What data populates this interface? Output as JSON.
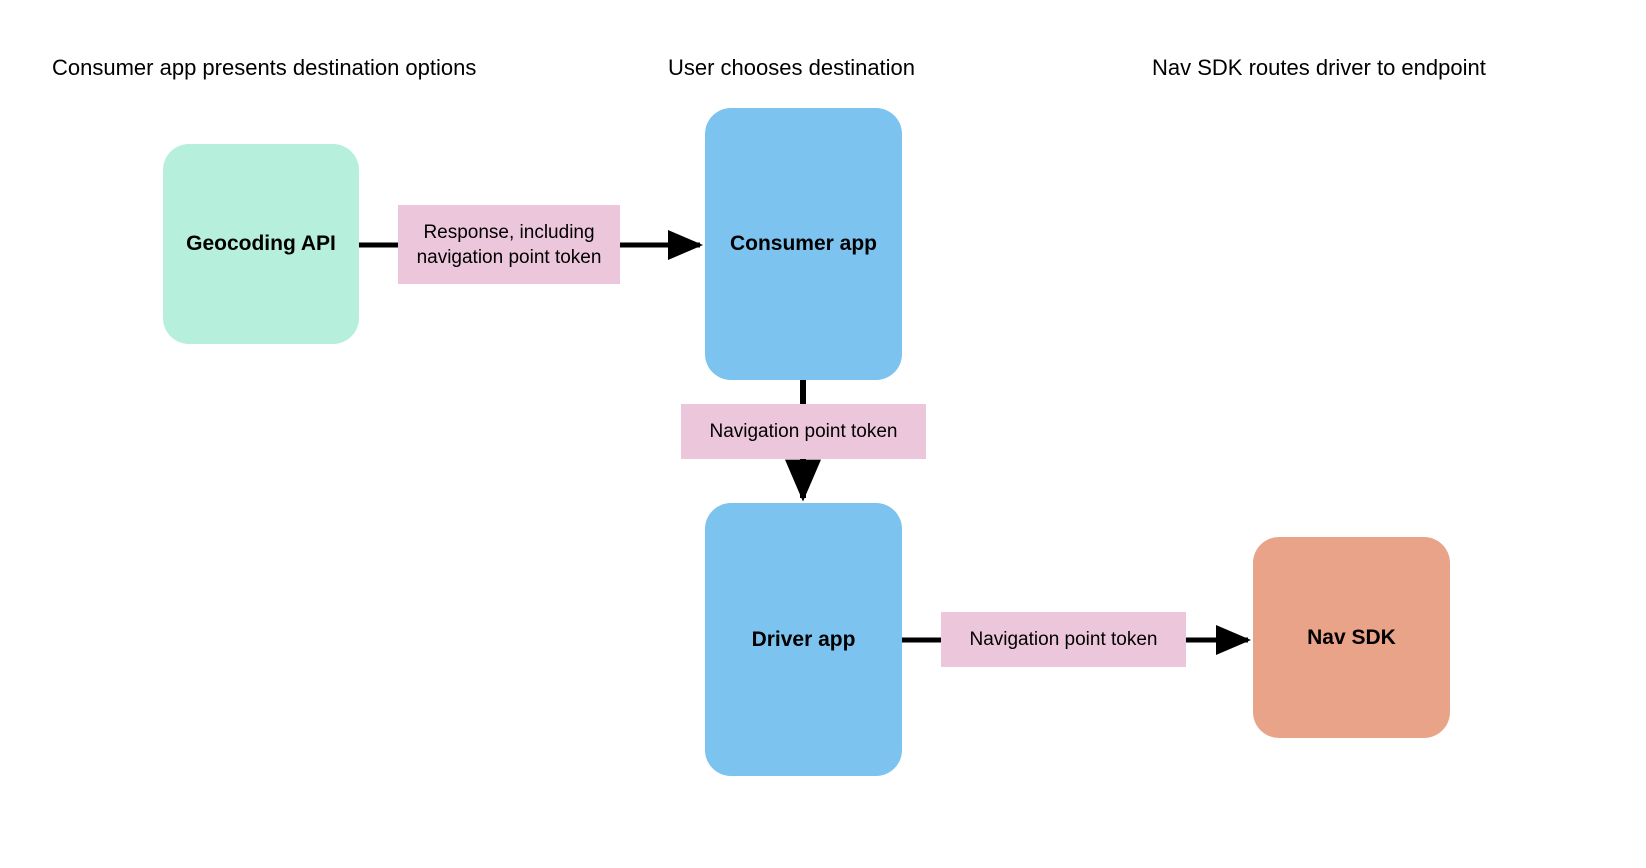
{
  "columns": [
    {
      "id": "col-consumer-app",
      "label": "Consumer app presents destination options"
    },
    {
      "id": "col-user-choice",
      "label": "User chooses destination"
    },
    {
      "id": "col-nav-sdk",
      "label": "Nav SDK routes driver to endpoint"
    }
  ],
  "nodes": [
    {
      "id": "geocoding-api",
      "label": "Geocoding API",
      "color": "#b6efdc"
    },
    {
      "id": "consumer-app",
      "label": "Consumer app",
      "color": "#7cc3f0"
    },
    {
      "id": "driver-app",
      "label": "Driver app",
      "color": "#7cc3f0"
    },
    {
      "id": "nav-sdk",
      "label": "Nav SDK",
      "color": "#e9a388"
    }
  ],
  "edge_labels": [
    {
      "id": "response-label",
      "label": "Response, including navigation point token",
      "color": "#ecc7dc"
    },
    {
      "id": "token-label-middle",
      "label": "Navigation point token",
      "color": "#ecc7dc"
    },
    {
      "id": "token-label-bottom",
      "label": "Navigation point token",
      "color": "#ecc7dc"
    }
  ],
  "edges": [
    {
      "id": "edge-geocoding-to-consumer",
      "from": "geocoding-api",
      "to": "consumer-app",
      "direction": "right",
      "label": "Response, including navigation point token"
    },
    {
      "id": "edge-consumer-to-driver",
      "from": "consumer-app",
      "to": "driver-app",
      "direction": "down",
      "label": "Navigation point token"
    },
    {
      "id": "edge-driver-to-navsdk",
      "from": "driver-app",
      "to": "nav-sdk",
      "direction": "right",
      "label": "Navigation point token"
    }
  ],
  "theme": {
    "background": "#ffffff",
    "stroke": "#000000",
    "text": "#000000"
  }
}
